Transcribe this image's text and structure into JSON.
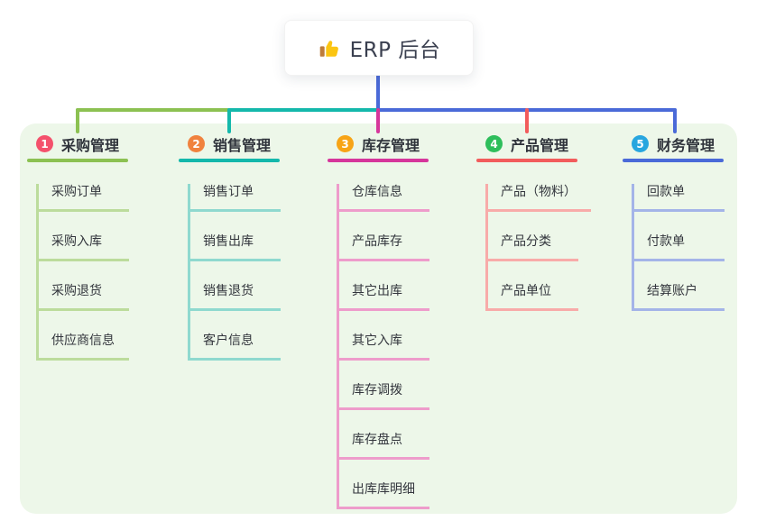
{
  "root": {
    "label": "ERP 后台",
    "icon": "thumbs-up-icon"
  },
  "colors": {
    "canvas": "#ffffff",
    "panel": "#EDF7E9",
    "root_line": "#4A6AD8",
    "bus_green": "#8CC152",
    "bus_teal": "#14B8AB",
    "bus_blue": "#4A6AD8",
    "drop_green": "#8CC152",
    "drop_teal": "#14B8AB",
    "drop_magenta": "#D6369B",
    "drop_red": "#F25C5C",
    "drop_blue": "#4A6AD8",
    "text_dark": "#33363D"
  },
  "branches": [
    {
      "index": "1",
      "label": "采购管理",
      "badge_color": "#F4516C",
      "line_color": "#8CC152",
      "tint_color": "#BCDC9C",
      "children": [
        "采购订单",
        "采购入库",
        "采购退货",
        "供应商信息"
      ]
    },
    {
      "index": "2",
      "label": "销售管理",
      "badge_color": "#F0823E",
      "line_color": "#14B8AB",
      "tint_color": "#8FD9CF",
      "children": [
        "销售订单",
        "销售出库",
        "销售退货",
        "客户信息"
      ]
    },
    {
      "index": "3",
      "label": "库存管理",
      "badge_color": "#F7A416",
      "line_color": "#D6369B",
      "tint_color": "#EE9CCB",
      "children": [
        "仓库信息",
        "产品库存",
        "其它出库",
        "其它入库",
        "库存调拨",
        "库存盘点",
        "出库库明细"
      ]
    },
    {
      "index": "4",
      "label": "产品管理",
      "badge_color": "#2EBE5B",
      "line_color": "#F25C5C",
      "tint_color": "#F8ABA9",
      "children": [
        "产品（物料）",
        "产品分类",
        "产品单位"
      ]
    },
    {
      "index": "5",
      "label": "财务管理",
      "badge_color": "#28A6DF",
      "line_color": "#4A6AD8",
      "tint_color": "#A4B4E8",
      "children": [
        "回款单",
        "付款单",
        "结算账户"
      ]
    }
  ]
}
